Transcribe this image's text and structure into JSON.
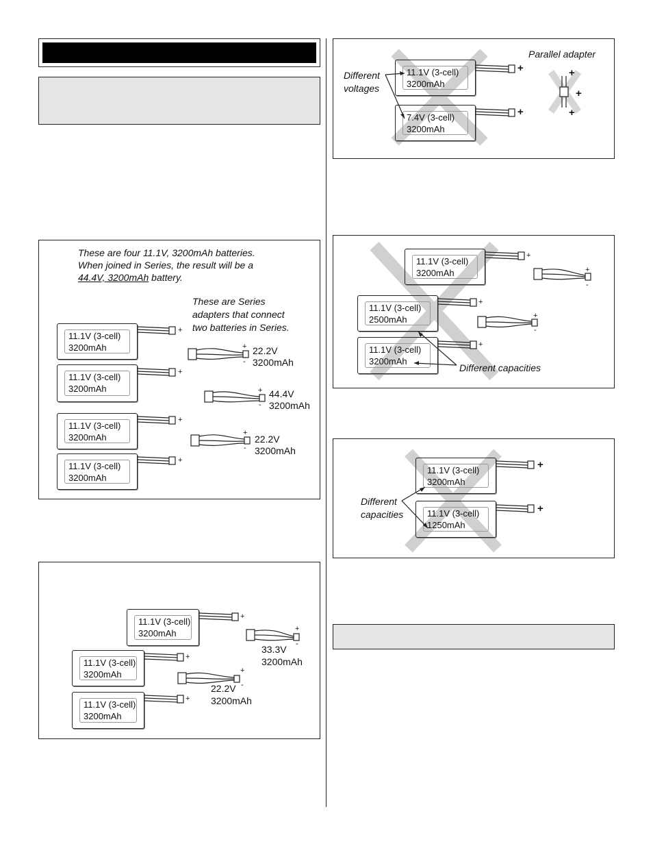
{
  "series_diagram": {
    "caption_line1": "These are four 11.1V, 3200mAh batteries.",
    "caption_line2": "When joined in Series, the result will be a",
    "caption_result": "44.4V, 3200mAh",
    "caption_suffix": " battery.",
    "adapter_note_line1": "These are Series",
    "adapter_note_line2": "adapters that connect",
    "adapter_note_line3": "two batteries in Series.",
    "batteries": [
      {
        "voltage": "11.1V (3-cell)",
        "capacity": "3200mAh"
      },
      {
        "voltage": "11.1V (3-cell)",
        "capacity": "3200mAh"
      },
      {
        "voltage": "11.1V (3-cell)",
        "capacity": "3200mAh"
      },
      {
        "voltage": "11.1V (3-cell)",
        "capacity": "3200mAh"
      }
    ],
    "outputs": [
      {
        "voltage": "22.2V",
        "capacity": "3200mAh"
      },
      {
        "voltage": "44.4V",
        "capacity": "3200mAh"
      },
      {
        "voltage": "22.2V",
        "capacity": "3200mAh"
      }
    ]
  },
  "three_series_diagram": {
    "batteries": [
      {
        "voltage": "11.1V (3-cell)",
        "capacity": "3200mAh"
      },
      {
        "voltage": "11.1V (3-cell)",
        "capacity": "3200mAh"
      },
      {
        "voltage": "11.1V (3-cell)",
        "capacity": "3200mAh"
      }
    ],
    "outputs": [
      {
        "voltage": "33.3V",
        "capacity": "3200mAh"
      },
      {
        "voltage": "22.2V",
        "capacity": "3200mAh"
      }
    ]
  },
  "voltage_mismatch_diagram": {
    "label_line1": "Different",
    "label_line2": "voltages",
    "adapter_label": "Parallel adapter",
    "batteries": [
      {
        "voltage": "11.1V (3-cell)",
        "capacity": "3200mAh"
      },
      {
        "voltage": "7.4V (3-cell)",
        "capacity": "3200mAh"
      }
    ]
  },
  "capacity_mismatch_series_diagram": {
    "label": "Different  capacities",
    "batteries": [
      {
        "voltage": "11.1V (3-cell)",
        "capacity": "3200mAh"
      },
      {
        "voltage": "11.1V (3-cell)",
        "capacity": "2500mAh"
      },
      {
        "voltage": "11.1V (3-cell)",
        "capacity": "3200mAh"
      }
    ]
  },
  "capacity_mismatch_parallel_diagram": {
    "label_line1": "Different",
    "label_line2": "capacities",
    "batteries": [
      {
        "voltage": "11.1V (3-cell)",
        "capacity": "3200mAh"
      },
      {
        "voltage": "11.1V (3-cell)",
        "capacity": "1250mAh"
      }
    ]
  },
  "symbols": {
    "plus": "+",
    "minus": "-"
  }
}
